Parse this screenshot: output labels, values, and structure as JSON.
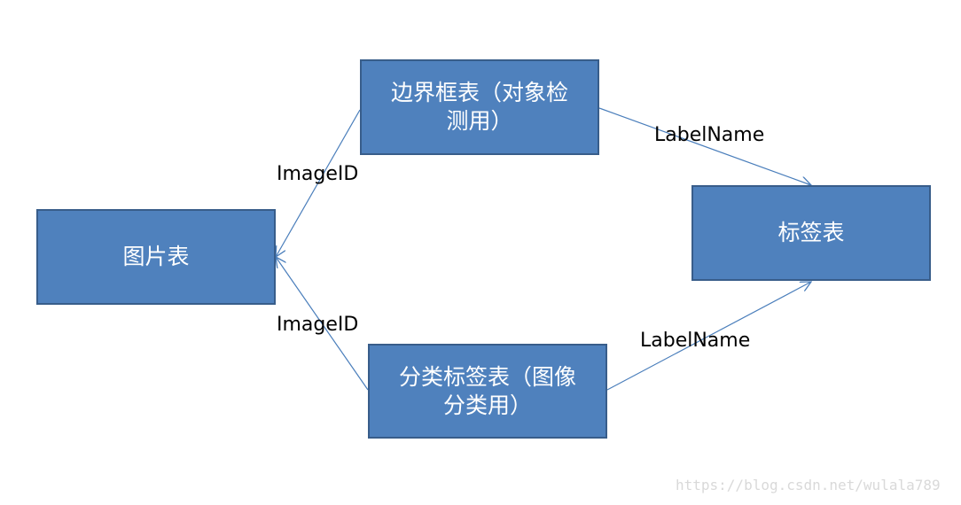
{
  "nodes": {
    "image_table": "图片表",
    "bbox_table": "边界框表（对象检\n测用）",
    "label_table": "标签表",
    "class_label_table": "分类标签表（图像\n分类用）"
  },
  "edges": {
    "bbox_to_image": "ImageID",
    "class_to_image": "ImageID",
    "bbox_to_label": "LabelName",
    "class_to_label": "LabelName"
  },
  "watermark": "https://blog.csdn.net/wulala789",
  "colors": {
    "box_fill": "#4f81bd",
    "box_border": "#385d8a",
    "connector": "#4a7ebb"
  }
}
